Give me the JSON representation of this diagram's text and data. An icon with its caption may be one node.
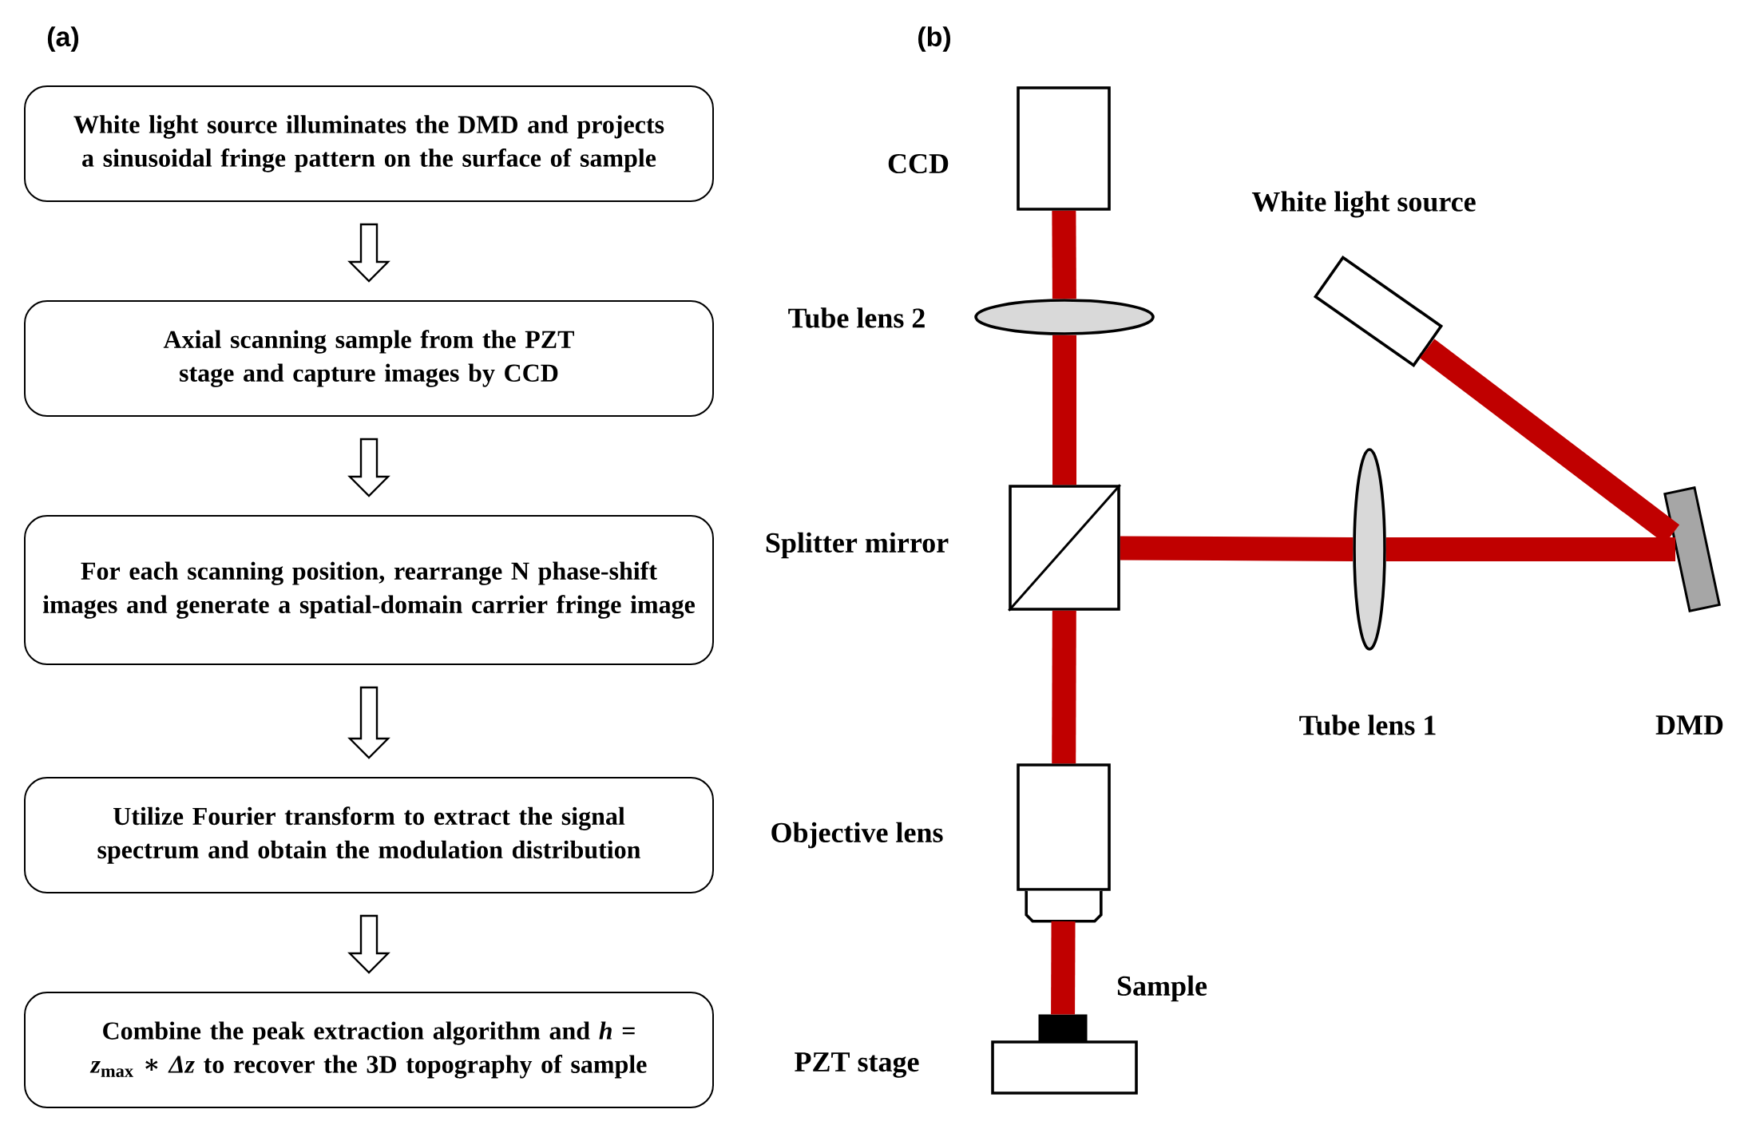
{
  "diagram": {
    "nodes": [
      {
        "text": [
          "White light source illuminates the DMD and projects a sinusoidal  fringe pattern on the surface of sample"
        ]
      },
      {
        "text": [
          "Axial scanning sample from the PZT stage and capture images by CCD"
        ]
      },
      {
        "text": [
          "For each scanning position, rearrange N phase-shift images and generate a spatial-domain carrier fringe image"
        ]
      },
      {
        "text": [
          "Utilize Fourier transform to extract the signal spectrum and obtain the modulation distribution"
        ]
      },
      {
        "text": [
          "Combine the peak extraction algorithm and *h* = *z*$_{max}$ ∗ *Δz* to recover the 3D topography of sample"
        ]
      },
      {
        "text": [],
        "shape": "box",
        "beside": [
          "CCD"
        ]
      },
      {
        "text": [],
        "shape": "ellipse",
        "beside": [
          "Tube lens 2"
        ]
      },
      {
        "text": [],
        "shape": "box",
        "beside": [
          "White light source"
        ]
      },
      {
        "text": [],
        "shape": "box",
        "beside": [
          "Splitter mirror"
        ]
      },
      {
        "text": [],
        "shape": "ellipse",
        "beside": [
          "Tube lens 1"
        ]
      },
      {
        "text": [],
        "shape": "bar",
        "beside": [
          "DMD"
        ]
      },
      {
        "text": [],
        "shape": "box",
        "beside": [
          "Objective lens"
        ]
      },
      {
        "text": [],
        "shape": "bar",
        "beside": [
          "Sample"
        ]
      },
      {
        "text": [],
        "shape": "box",
        "beside": [
          "PZT stage"
        ]
      }
    ],
    "edges": [
      {
        "from": 0,
        "to": 1,
        "arrow": "to"
      },
      {
        "from": 1,
        "to": 2,
        "arrow": "to"
      },
      {
        "from": 2,
        "to": 3,
        "arrow": "to"
      },
      {
        "from": 3,
        "to": 4,
        "arrow": "to"
      },
      {
        "from": 5,
        "to": 6,
        "arrow": "none",
        "color": "#c00000"
      },
      {
        "from": 6,
        "to": 8,
        "arrow": "none",
        "color": "#c00000"
      },
      {
        "from": 8,
        "to": 9,
        "arrow": "none",
        "color": "#c00000"
      },
      {
        "from": 9,
        "to": 10,
        "arrow": "none",
        "color": "#c00000"
      },
      {
        "from": 7,
        "to": 10,
        "arrow": "none",
        "color": "#c00000"
      },
      {
        "from": 8,
        "to": 11,
        "arrow": "none",
        "color": "#c00000"
      },
      {
        "from": 11,
        "to": 12,
        "arrow": "none",
        "color": "#c00000"
      }
    ],
    "labels": [
      "(a)",
      "(b)"
    ]
  }
}
